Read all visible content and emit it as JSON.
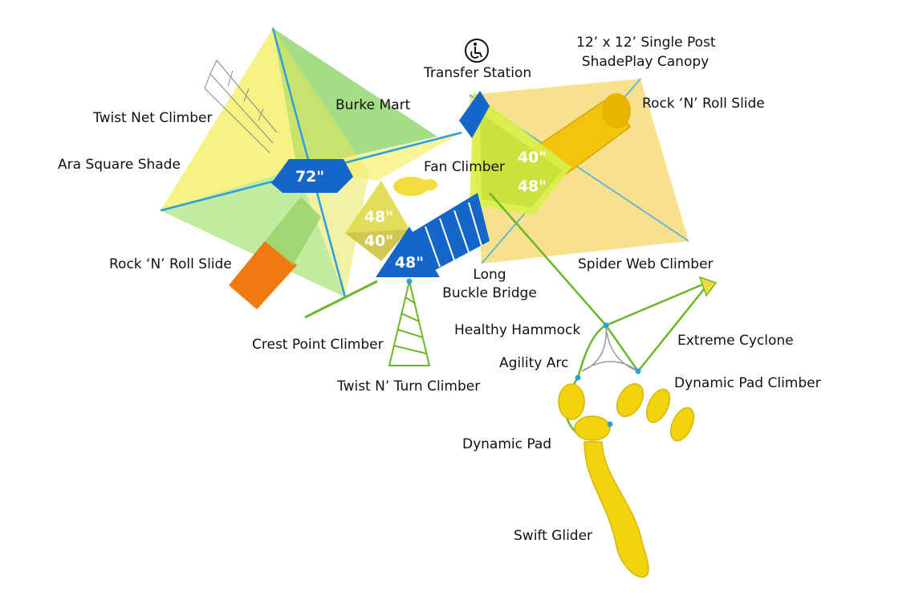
{
  "colors": {
    "shade_yellow": "#f3ee5a",
    "shade_green": "#7fcf52",
    "deck_blue": "#1466c8",
    "slide_yellow": "#f2c40d",
    "slide_orange": "#f07a10",
    "frame_green": "#6ab82a",
    "pole_blue": "#2aa0e0"
  },
  "icons": [
    "wheelchair-accessible-icon"
  ],
  "deck_heights": {
    "left_shade_deck": "72\"",
    "mid_upper": "48\"",
    "mid_lower": "40\"",
    "front_deck": "48\"",
    "right_upper": "40\"",
    "right_lower": "48\""
  },
  "labels": {
    "canopy_line1": "12’ x 12’ Single Post",
    "canopy_line2": "ShadePlay Canopy",
    "transfer_station": "Transfer Station",
    "rock_roll_right": "Rock ‘N’ Roll Slide",
    "burke_mart": "Burke Mart",
    "twist_net": "Twist Net Climber",
    "ara_square": "Ara Square Shade",
    "fan_climber": "Fan Climber",
    "rock_roll_left": "Rock ‘N’ Roll Slide",
    "spider_web": "Spider Web Climber",
    "long_line1": "Long",
    "long_line2": "Buckle Bridge",
    "healthy_hammock": "Healthy Hammock",
    "extreme_cyclone": "Extreme Cyclone",
    "crest_point": "Crest Point Climber",
    "agility_arc": "Agility Arc",
    "twist_turn": "Twist N’ Turn Climber",
    "dynamic_pad_climber": "Dynamic Pad Climber",
    "dynamic_pad": "Dynamic Pad",
    "swift_glider": "Swift Glider"
  }
}
